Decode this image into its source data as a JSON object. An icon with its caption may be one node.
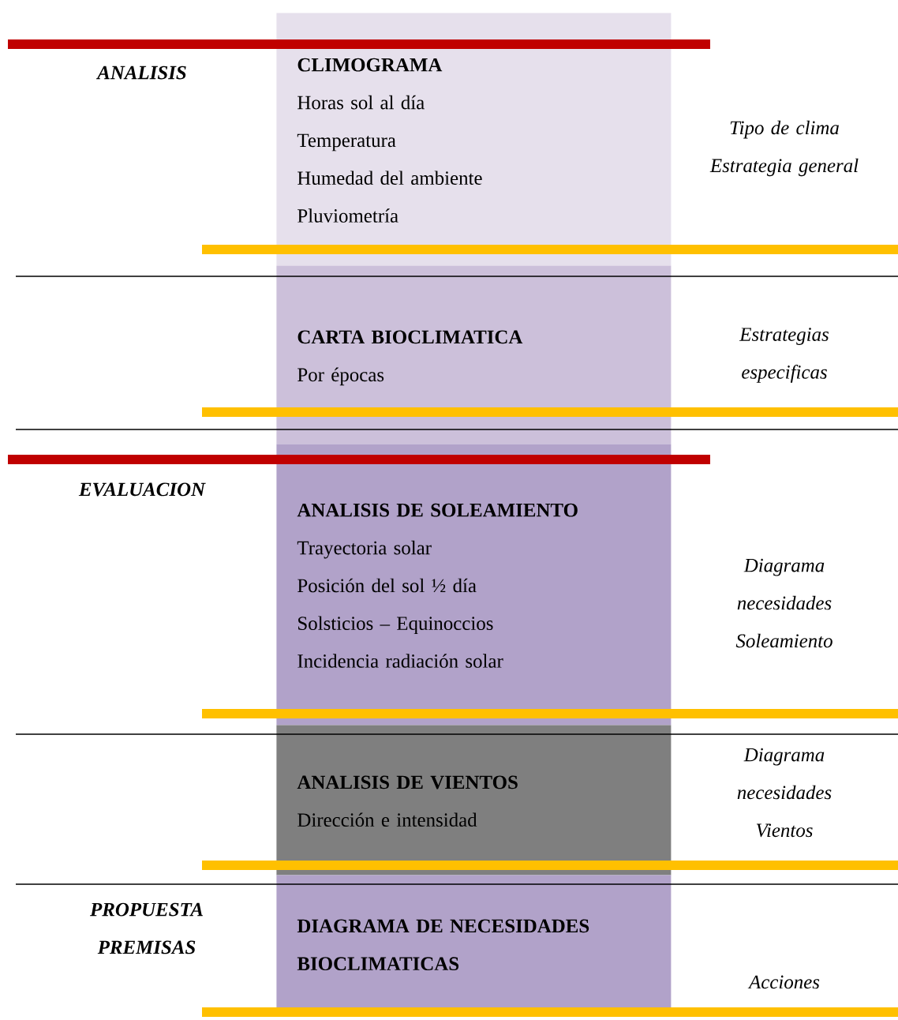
{
  "diagram": {
    "nodes": [
      {
        "text": [
          "CLIMOGRAMA",
          "Horas sol al día",
          "Temperatura",
          "Humedad del ambiente",
          "Pluviometría"
        ]
      },
      {
        "text": [
          "CARTA BIOCLIMATICA",
          "Por épocas"
        ]
      },
      {
        "text": [
          "ANALISIS DE SOLEAMIENTO",
          "Trayectoria solar",
          "Posición del sol ½ día",
          "Solsticios – Equinoccios",
          "Incidencia radiación solar"
        ]
      },
      {
        "text": [
          "ANALISIS DE VIENTOS",
          "Dirección e intensidad"
        ]
      },
      {
        "text": [
          "DIAGRAMA DE NECESIDADES BIOCLIMATICAS"
        ]
      }
    ],
    "labels": [
      "ANALISIS",
      "Tipo de clima Estrategia general",
      "Estrategias especificas",
      "EVALUACION",
      "Diagrama necesidades Soleamiento",
      "Diagrama necesidades Vientos",
      "PROPUESTA PREMISAS",
      "Acciones"
    ]
  }
}
